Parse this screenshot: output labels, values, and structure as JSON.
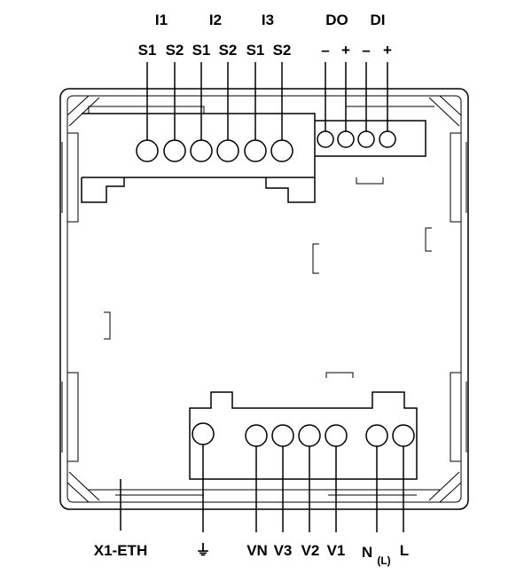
{
  "top_groups": [
    "I1",
    "I2",
    "I3",
    "DO",
    "DI"
  ],
  "top_terminals": [
    "S1",
    "S2",
    "S1",
    "S2",
    "S1",
    "S2",
    "–",
    "+",
    "–",
    "+"
  ],
  "bottom_terminals": [
    "X1-ETH",
    "⏚",
    "VN",
    "V3",
    "V2",
    "V1",
    "N",
    "(L)",
    "L"
  ],
  "colors": {
    "line": "#000000",
    "background": "#ffffff"
  }
}
